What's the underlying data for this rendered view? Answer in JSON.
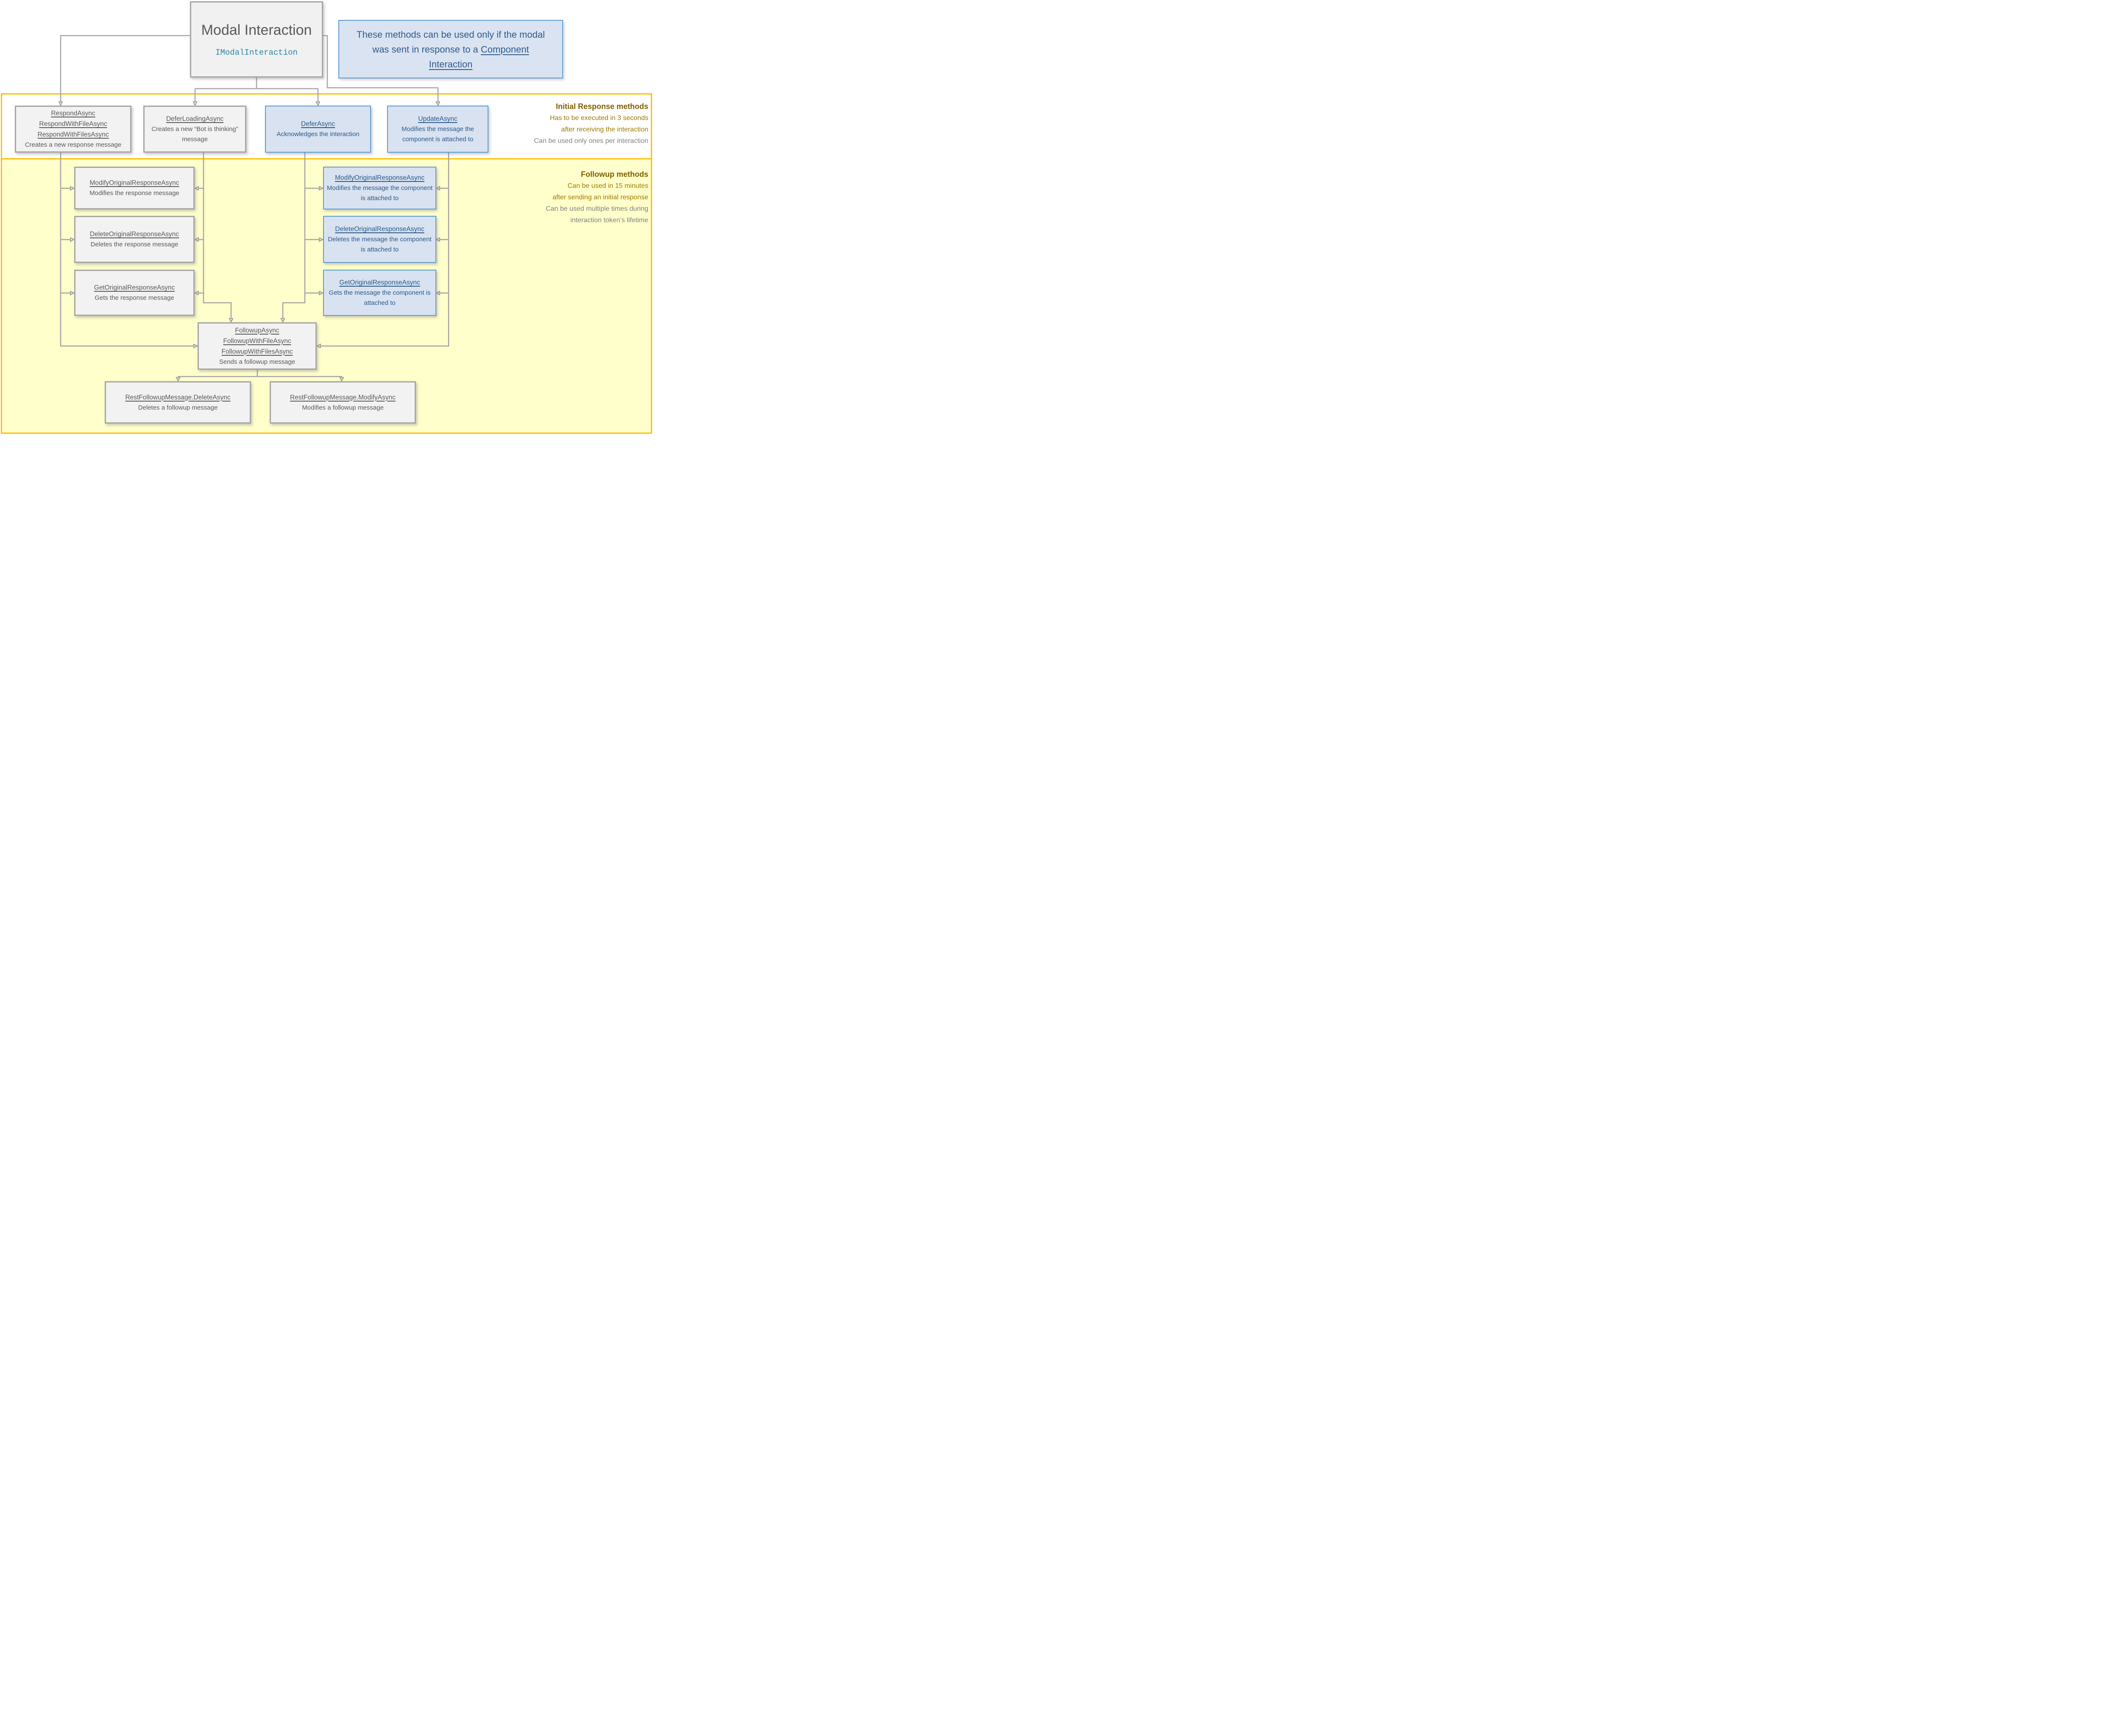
{
  "title": {
    "heading": "Modal Interaction",
    "interface": "IModalInteraction"
  },
  "note": {
    "text": "These methods can be used only if the modal was sent in response to a",
    "link": "Component Interaction"
  },
  "initial": {
    "heading": "Initial Response methods",
    "gold_lines": [
      "Has to be executed in 3 seconds",
      "after receiving the interaction"
    ],
    "gray_lines": [
      "Can be used only ones per interaction"
    ]
  },
  "followup": {
    "heading": "Followup methods",
    "gold_lines": [
      "Can be used in 15 minutes",
      "after sending an initial response"
    ],
    "gray_lines": [
      "Can be used multiple times during",
      "interaction token’s lifetime"
    ]
  },
  "nodes": {
    "respond": {
      "methods": [
        "RespondAsync",
        "RespondWithFileAsync",
        "RespondWithFilesAsync"
      ],
      "desc": "Creates a new response message"
    },
    "defer_loading": {
      "methods": [
        "DeferLoadingAsync"
      ],
      "desc": "Creates a new “Bot is thinking” message"
    },
    "defer": {
      "methods": [
        "DeferAsync"
      ],
      "desc": "Acknowledges the interaction"
    },
    "update": {
      "methods": [
        "UpdateAsync"
      ],
      "desc": "Modifies the message the component is attached to"
    },
    "modify_gray": {
      "methods": [
        "ModifyOriginalResponseAsync"
      ],
      "desc": "Modifies the response message"
    },
    "delete_gray": {
      "methods": [
        "DeleteOriginalResponseAsync"
      ],
      "desc": "Deletes the response message"
    },
    "get_gray": {
      "methods": [
        "GetOriginalResponseAsync"
      ],
      "desc": "Gets the response message"
    },
    "modify_blue": {
      "methods": [
        "ModifyOriginalResponseAsync"
      ],
      "desc": "Modifies the message the component is attached to"
    },
    "delete_blue": {
      "methods": [
        "DeleteOriginalResponseAsync"
      ],
      "desc": "Deletes the message the component is attached to"
    },
    "get_blue": {
      "methods": [
        "GetOriginalResponseAsync"
      ],
      "desc": "Gets  the message the component is attached to"
    },
    "followup_send": {
      "methods": [
        "FollowupAsync",
        "FollowupWithFileAsync",
        "FollowupWithFilesAsync"
      ],
      "desc": "Sends a followup message"
    },
    "rest_delete": {
      "methods": [
        "RestFollowupMessage.DeleteAsync"
      ],
      "desc": "Deletes a followup message"
    },
    "rest_modify": {
      "methods": [
        "RestFollowupMessage.ModifyAsync"
      ],
      "desc": "Modifies a followup message"
    }
  },
  "colors": {
    "gold_border": "#FFC000",
    "gold_heading_text": "#7f6000",
    "gold_body_text": "#9c7a00",
    "gray_note_text": "#808080",
    "followup_band_bg": "#ffffcc",
    "gray_box_bg": "#f2f2f2",
    "gray_box_border": "#a6a6a6",
    "gray_box_text": "#595959",
    "blue_box_bg": "#d8e2f0",
    "blue_box_border": "#5b9bd5",
    "blue_box_text": "#2a598c",
    "interface_teal": "#2786a8",
    "connector_gray": "#a3a3a3"
  }
}
